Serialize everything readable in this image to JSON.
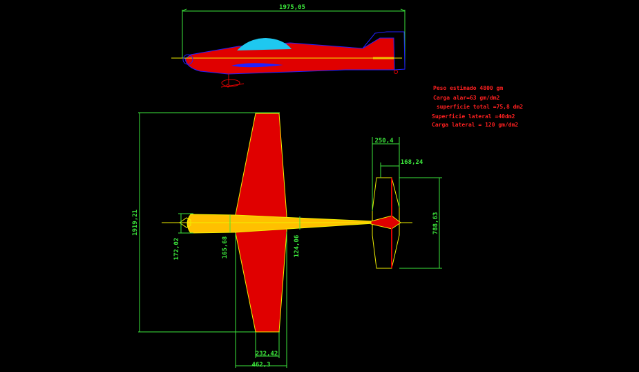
{
  "dimensions": {
    "fuselage_length": "1975,05",
    "wingspan": "1919,21",
    "root_chord_offset": "172,02",
    "fuselage_width_root": "165,68",
    "fuselage_width_tail": "124,06",
    "tip_chord": "232,42",
    "root_chord": "462,3",
    "stab_root": "250,4",
    "stab_tip": "168,24",
    "stab_span": "788,63"
  },
  "notes": [
    "Peso estimado 4800 gm",
    "Carga alar=63 gm/dm2",
    " superficie total =75,8 dm2",
    "Superficie lateral =40dm2",
    "Carga lateral = 120 gm/dm2"
  ],
  "colors": {
    "body_red": "#e00000",
    "canopy": "#1ec8f0",
    "dim_green": "#3ce63c",
    "outline_yellow": "#f0f000",
    "fuselage_top": "#ffc000",
    "outline_blue": "#2020ff",
    "note_red": "#ff2020"
  }
}
